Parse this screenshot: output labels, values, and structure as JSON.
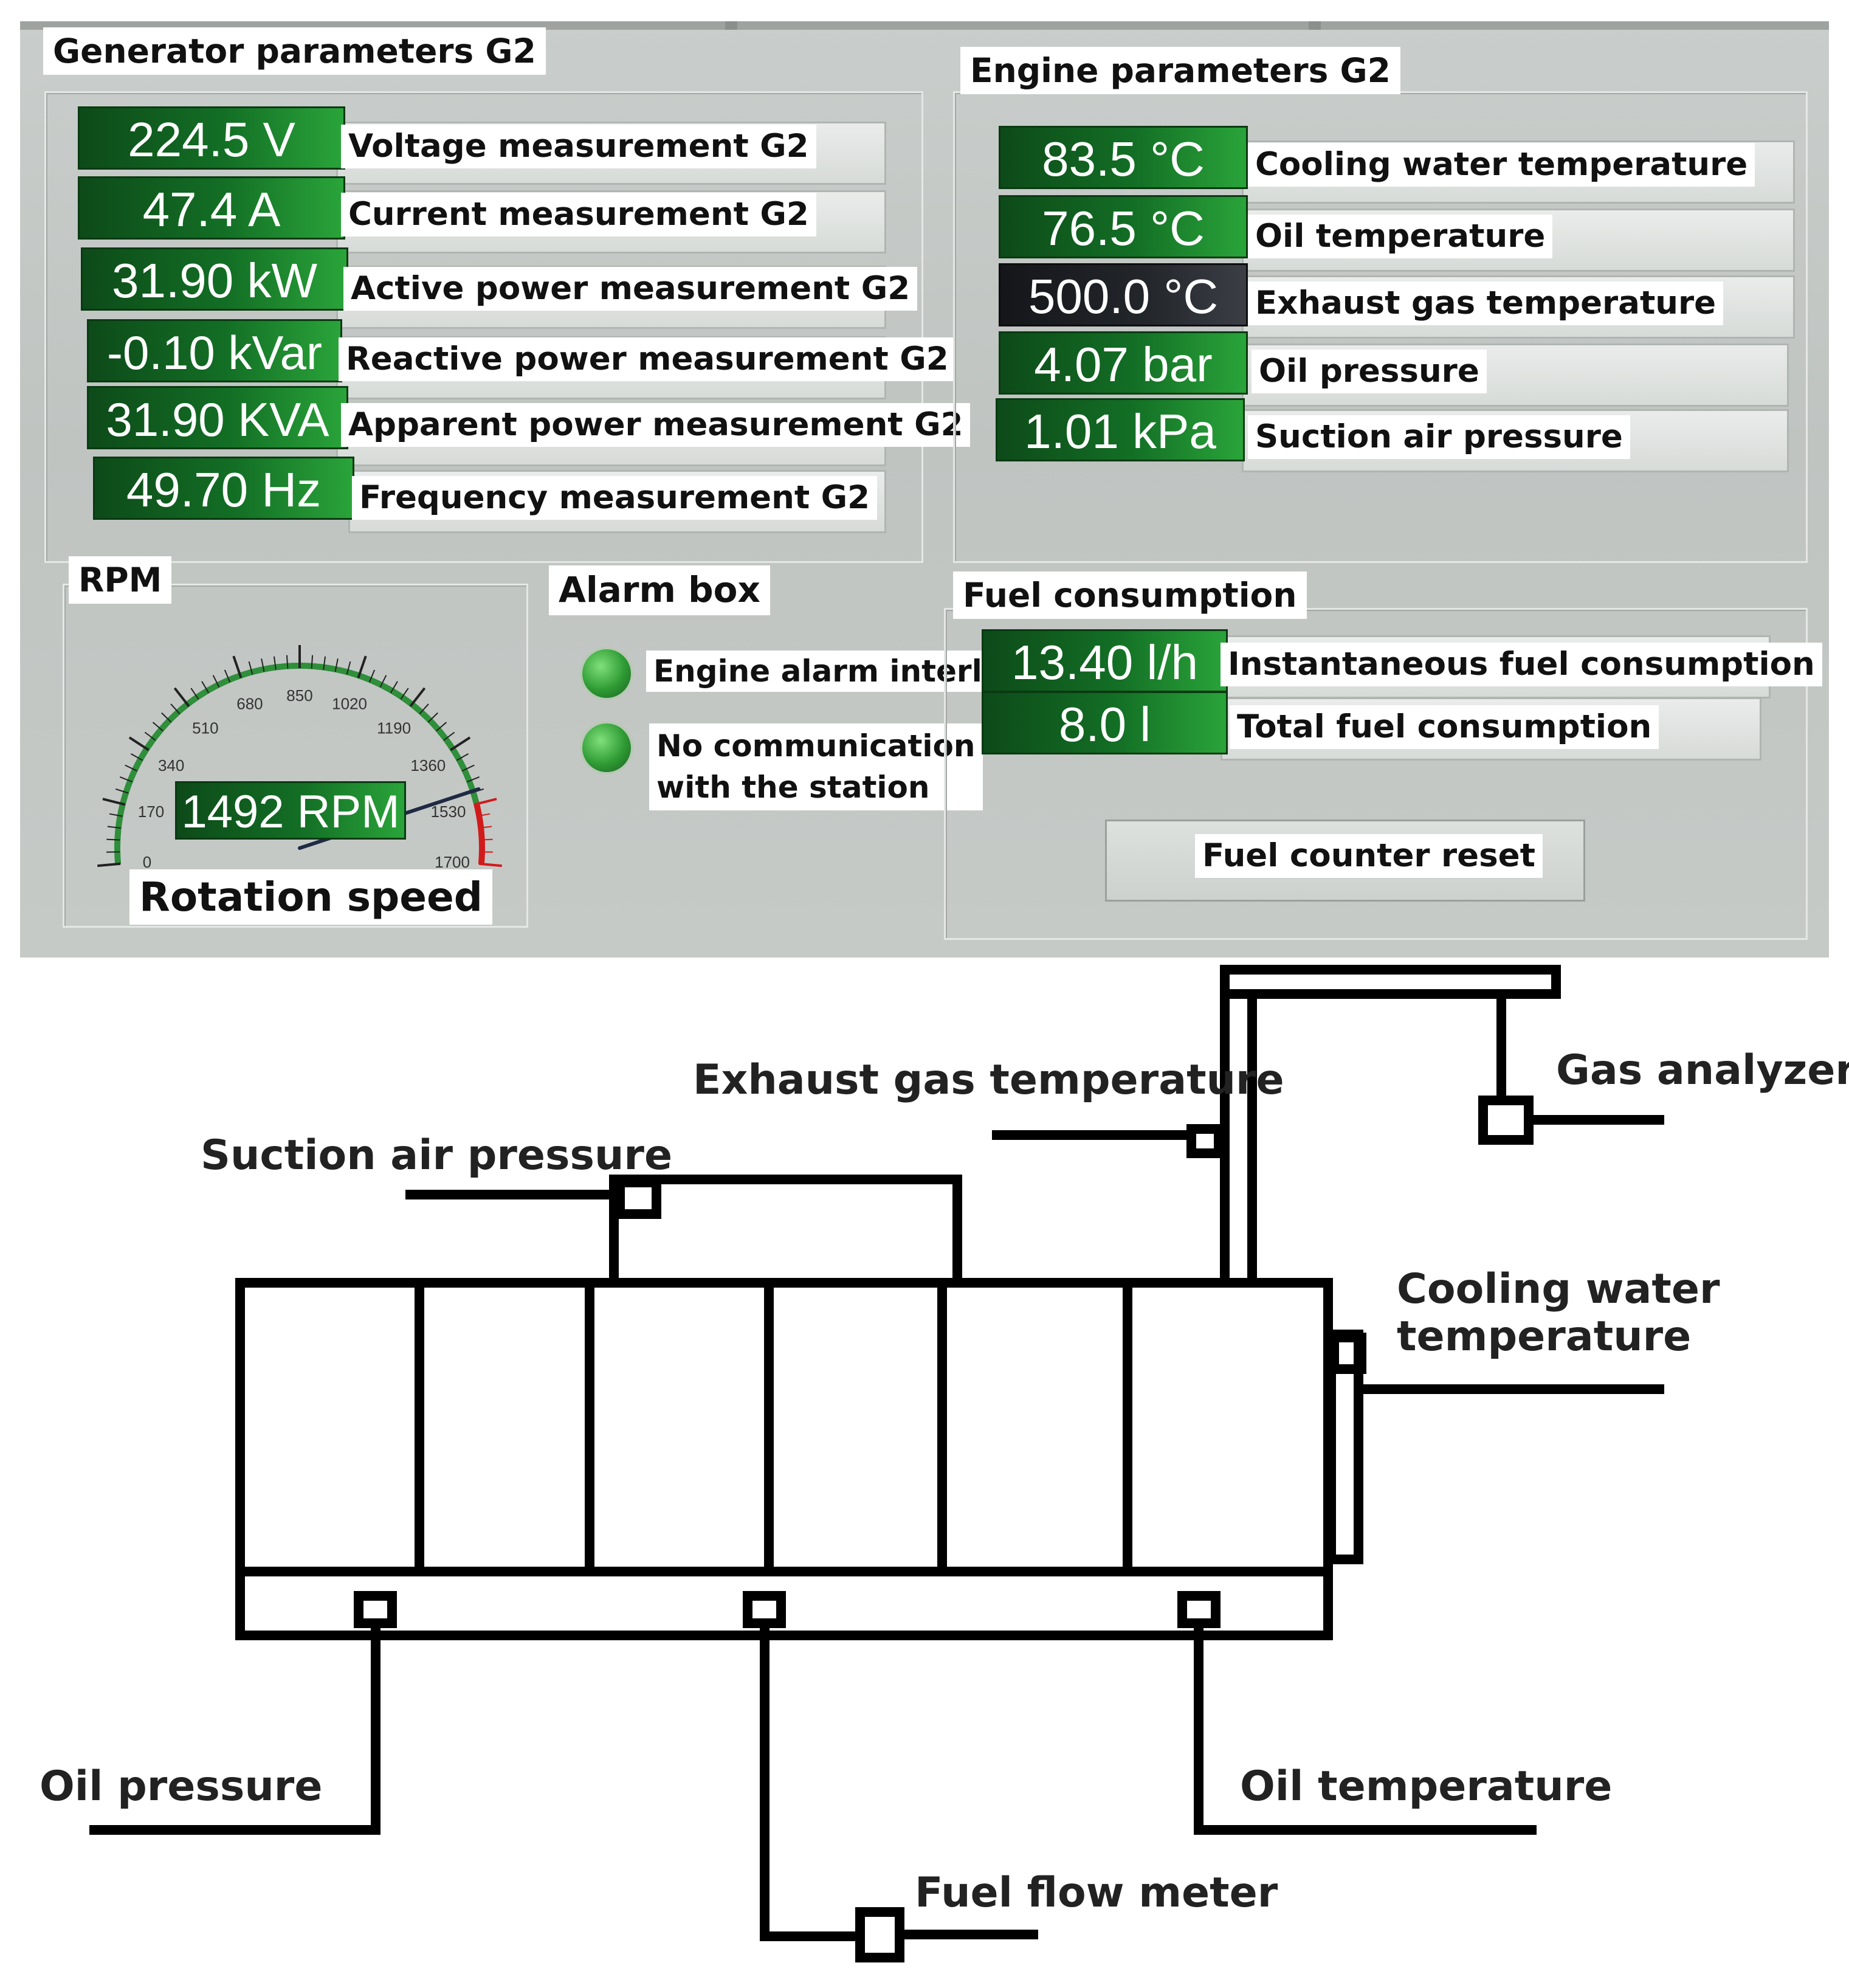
{
  "generator": {
    "title": "Generator parameters G2",
    "rows": [
      {
        "value": "224.5 V",
        "label": "Voltage measurement G2"
      },
      {
        "value": "47.4 A",
        "label": "Current measurement G2"
      },
      {
        "value": "31.90 kW",
        "label": "Active power measurement G2"
      },
      {
        "value": "-0.10 kVar",
        "label": "Reactive power measurement G2"
      },
      {
        "value": "31.90 KVA",
        "label": "Apparent power measurement G2"
      },
      {
        "value": "49.70 Hz",
        "label": "Frequency measurement G2"
      }
    ]
  },
  "engine": {
    "title": "Engine parameters G2",
    "rows": [
      {
        "value": "83.5 °C",
        "label": "Cooling water temperature"
      },
      {
        "value": "76.5 °C",
        "label": "Oil temperature"
      },
      {
        "value": "500.0 °C",
        "label": "Exhaust gas temperature",
        "highlight": "dark"
      },
      {
        "value": "4.07 bar",
        "label": "Oil pressure"
      },
      {
        "value": "1.01 kPa",
        "label": "Suction air pressure"
      }
    ]
  },
  "rpm": {
    "title": "RPM",
    "value": 1492,
    "value_text": "1492 RPM",
    "caption": "Rotation speed",
    "scale_min": 0,
    "scale_max": 1700,
    "tick_labels": [
      "0",
      "170",
      "340",
      "510",
      "680",
      "850",
      "1020",
      "1190",
      "1360",
      "1530",
      "1700"
    ],
    "red_zone_start": 1530,
    "needle_color": "#1f2a44",
    "scale_color": "#2f8f3a",
    "red_color": "#d11b1b"
  },
  "alarm": {
    "title": "Alarm box",
    "items": [
      {
        "label": "Engine alarm interlock",
        "status_color": "#2e9a33"
      },
      {
        "label_line1": "No communication",
        "label_line2": "with the station",
        "status_color": "#2e9a33"
      }
    ]
  },
  "fuel": {
    "title": "Fuel consumption",
    "rows": [
      {
        "value": "13.40 l/h",
        "label": "Instantaneous fuel consumption"
      },
      {
        "value": "8.0 l",
        "label": "Total fuel consumption"
      }
    ],
    "reset_button": "Fuel counter reset"
  },
  "diagram": {
    "labels": {
      "exhaust": "Exhaust gas temperature",
      "gas_analyzer": "Gas analyzer",
      "suction": "Suction air pressure",
      "cooling_line1": "Cooling water",
      "cooling_line2": "temperature",
      "oil_pressure": "Oil pressure",
      "oil_temperature": "Oil temperature",
      "fuel_flow": "Fuel flow meter"
    }
  }
}
